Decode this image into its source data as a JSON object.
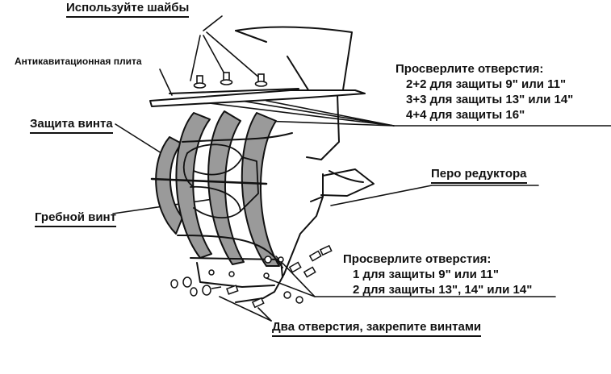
{
  "labels": {
    "washers": "Используйте шайбы",
    "anticavitation_plate": "Антикавитационная плита",
    "prop_guard": "Защита винта",
    "propeller": "Гребной винт",
    "gearcase_fin": "Перо редуктора",
    "drill_top": {
      "title": "Просверлите отверстия:",
      "line1": "2+2 для защиты 9\" или 11\"",
      "line2": "3+3 для защиты 13\" или 14\"",
      "line3": "4+4 для защиты 16\""
    },
    "drill_bottom": {
      "title": "Просверлите отверстия:",
      "line1": "1 для защиты 9\" или 11\"",
      "line2": "2 для защиты 13\", 14\" или 14\""
    },
    "two_holes": "Два отверстия, закрепите винтами"
  },
  "colors": {
    "ink": "#111111",
    "guard_fill": "#9a9a9a",
    "background": "#ffffff"
  }
}
